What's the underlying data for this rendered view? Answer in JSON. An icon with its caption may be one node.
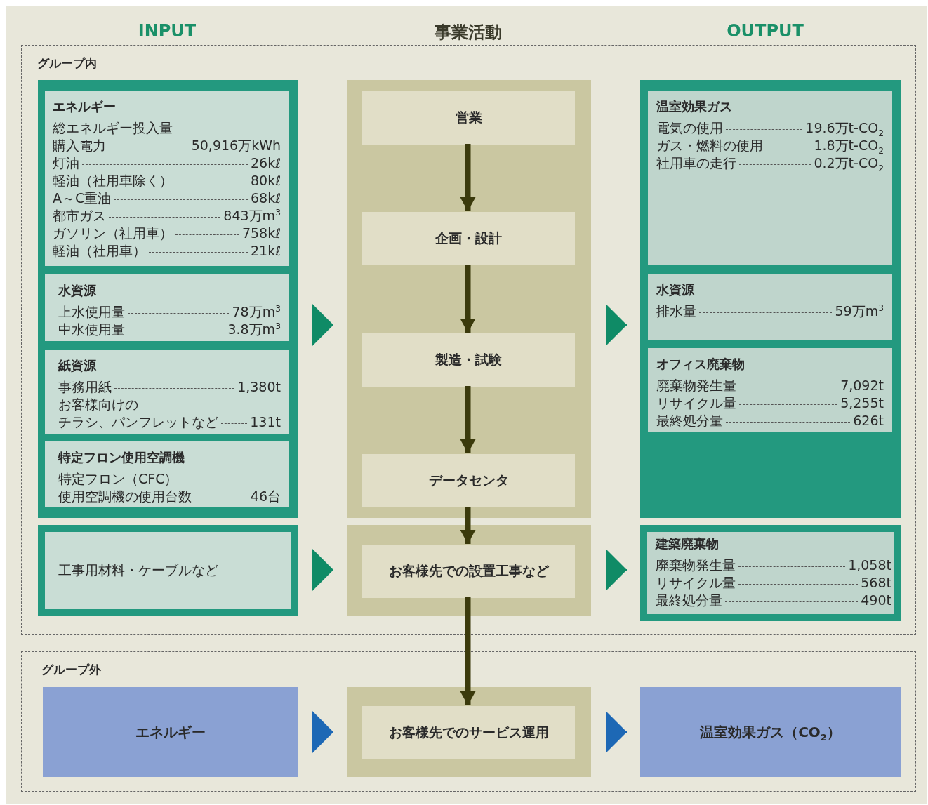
{
  "diagram": {
    "nodes": [
      {
        "text": [
          "グループ内"
        ]
      },
      {
        "text": [],
        "shape": "box",
        "in": 0
      },
      {
        "text": [
          "エネルギー",
          "総エネルギー投入量",
          "購入電力",
          "50,916万kWh",
          "灯油",
          "26kℓ",
          "軽油（社用車除く）",
          "80kℓ",
          "A～C重油",
          "68kℓ",
          "都市ガス",
          "843万m$^{3}$",
          "ガソリン（社用車）",
          "758kℓ",
          "軽油（社用車）",
          "21kℓ"
        ],
        "in": 1
      },
      {
        "text": [
          "水資源",
          "上水使用量",
          "78万m$^{3}$",
          "中水使用量",
          "3.8万m$^{3}$"
        ],
        "in": 1
      },
      {
        "text": [
          "紙資源",
          "事務用紙",
          "1,380t",
          "お客様向けの",
          "チラシ、パンフレットなど",
          "131t"
        ],
        "in": 1
      },
      {
        "text": [
          "特定フロン使用空調機",
          "特定フロン（CFC）",
          "使用空調機の使用台数",
          "46台"
        ],
        "in": 1
      },
      {
        "text": [
          "工事用材料・ケーブルなど"
        ],
        "in": 0
      },
      {
        "text": [],
        "shape": "box",
        "in": 0
      },
      {
        "text": [
          "営業"
        ],
        "in": 7
      },
      {
        "text": [
          "企画・設計"
        ],
        "in": 7
      },
      {
        "text": [
          "製造・試験"
        ],
        "in": 7
      },
      {
        "text": [
          "データセンタ"
        ],
        "in": 7
      },
      {
        "text": [],
        "shape": "box",
        "in": 0
      },
      {
        "text": [
          "お客様先での設置工事など"
        ],
        "in": 12
      },
      {
        "text": [],
        "shape": "box",
        "in": 0
      },
      {
        "text": [
          "温室効果ガス",
          "電気の使用",
          "19.6万t-CO$_{2}$",
          "ガス・燃料の使用",
          "1.8万t-CO$_{2}$",
          "社用車の走行",
          "0.2万t-CO$_{2}$"
        ],
        "in": 14
      },
      {
        "text": [
          "水資源",
          "排水量",
          "59万m$^{3}$"
        ],
        "in": 14
      },
      {
        "text": [
          "オフィス廃棄物",
          "廃棄物発生量",
          "7,092t",
          "リサイクル量",
          "5,255t",
          "最終処分量",
          "626t"
        ],
        "in": 14
      },
      {
        "text": [
          "建築廃棄物",
          "廃棄物発生量",
          "1,058t",
          "リサイクル量",
          "568t",
          "最終処分量",
          "490t"
        ],
        "in": 0
      },
      {
        "text": [
          "グループ外"
        ]
      },
      {
        "text": [
          "エネルギー"
        ],
        "in": 19
      },
      {
        "text": [],
        "shape": "box",
        "in": 19
      },
      {
        "text": [
          "お客様先でのサービス運用"
        ],
        "in": 21
      },
      {
        "text": [
          "温室効果ガス（CO$_{2}$）"
        ],
        "in": 19
      }
    ],
    "edges": [
      {
        "from": 1,
        "to": 7,
        "arrow": "to",
        "color": "#0f8b66"
      },
      {
        "from": 7,
        "to": 14,
        "arrow": "to",
        "color": "#0f8b66"
      },
      {
        "from": 6,
        "to": 12,
        "arrow": "to",
        "color": "#0f8b66"
      },
      {
        "from": 12,
        "to": 18,
        "arrow": "to",
        "color": "#0f8b66"
      },
      {
        "from": 20,
        "to": 21,
        "arrow": "to",
        "color": "#1d68b5"
      },
      {
        "from": 21,
        "to": 23,
        "arrow": "to",
        "color": "#1d68b5"
      },
      {
        "from": 8,
        "to": 9,
        "arrow": "to",
        "style": "thick"
      },
      {
        "from": 9,
        "to": 10,
        "arrow": "to",
        "style": "thick"
      },
      {
        "from": 10,
        "to": 11,
        "arrow": "to",
        "style": "thick"
      },
      {
        "from": 11,
        "to": 13,
        "arrow": "to",
        "style": "thick"
      },
      {
        "from": 13,
        "to": 22,
        "arrow": "to",
        "style": "thick"
      }
    ],
    "labels": [
      "INPUT",
      "事業活動",
      "OUTPUT"
    ]
  }
}
